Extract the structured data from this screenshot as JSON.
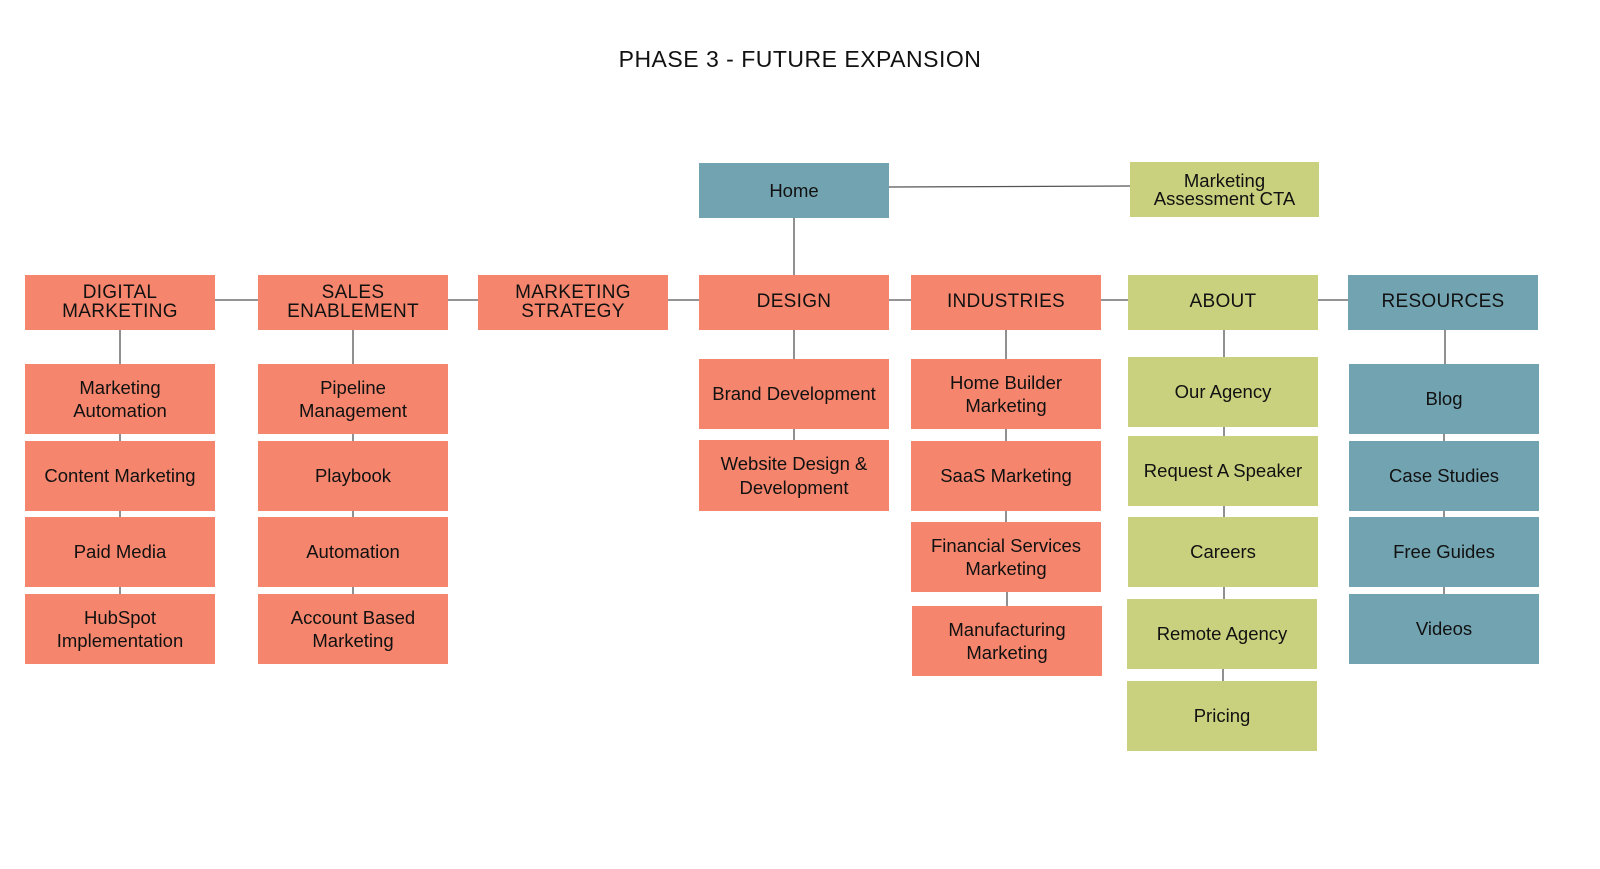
{
  "title": "PHASE 3 - FUTURE EXPANSION",
  "colors": {
    "salmon": "#f5866d",
    "teal": "#72a3b1",
    "lime": "#c9d17e",
    "line": "#555555"
  },
  "home": {
    "label": "Home"
  },
  "cta": {
    "label": "Marketing\nAssessment CTA"
  },
  "sections": {
    "digital_marketing": {
      "label": "DIGITAL\nMARKETING",
      "children": [
        "Marketing\nAutomation",
        "Content Marketing",
        "Paid Media",
        "HubSpot\nImplementation"
      ]
    },
    "sales_enablement": {
      "label": "SALES\nENABLEMENT",
      "children": [
        "Pipeline\nManagement",
        "Playbook",
        "Automation",
        "Account Based\nMarketing"
      ]
    },
    "marketing_strategy": {
      "label": "MARKETING\nSTRATEGY",
      "children": []
    },
    "design": {
      "label": "DESIGN",
      "children": [
        "Brand Development",
        "Website Design &\nDevelopment"
      ]
    },
    "industries": {
      "label": "INDUSTRIES",
      "children": [
        "Home Builder\nMarketing",
        "SaaS Marketing",
        "Financial Services\nMarketing",
        "Manufacturing\nMarketing"
      ]
    },
    "about": {
      "label": "ABOUT",
      "children": [
        "Our Agency",
        "Request A Speaker",
        "Careers",
        "Remote Agency",
        "Pricing"
      ]
    },
    "resources": {
      "label": "RESOURCES",
      "children": [
        "Blog",
        "Case Studies",
        "Free Guides",
        "Videos"
      ]
    }
  }
}
